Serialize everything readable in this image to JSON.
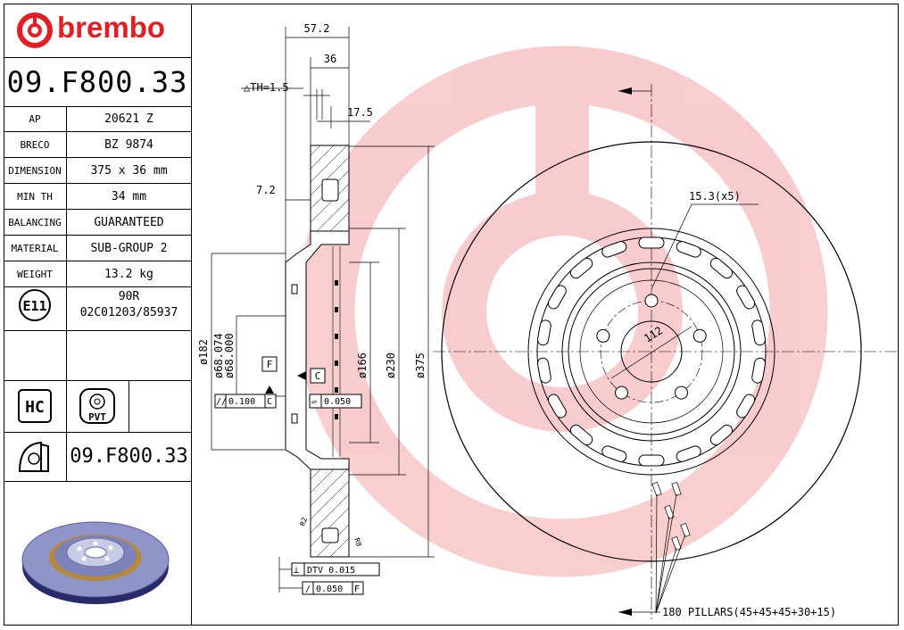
{
  "brand": {
    "name": "brembo",
    "color": "#e31e24"
  },
  "part_number": "09.F800.33",
  "specs": [
    {
      "key": "AP",
      "value": "20621 Z"
    },
    {
      "key": "BRECO",
      "value": "BZ 9874"
    },
    {
      "key": "DIMENSION",
      "value": "375 x 36 mm"
    },
    {
      "key": "MIN TH",
      "value": "34 mm"
    },
    {
      "key": "BALANCING",
      "value": "GUARANTEED"
    },
    {
      "key": "MATERIAL",
      "value": "SUB-GROUP 2"
    },
    {
      "key": "WEIGHT",
      "value": "13.2 kg"
    }
  ],
  "certification": {
    "mark": "E11",
    "line1": "90R",
    "line2": "02C01203/85937"
  },
  "icons": {
    "hc": "HC",
    "pvt": "PVT"
  },
  "footer_part_number": "09.F800.33",
  "drawing": {
    "dims": {
      "d57": "57.2",
      "d36": "36",
      "th": "△TH=1.5",
      "d175": "17.5",
      "d72": "7.2",
      "d182": "ø182",
      "d68074": "ø68.074",
      "d68000": "ø68.000",
      "d166": "ø166",
      "d230": "ø230",
      "d375": "ø375",
      "holes": "15.3(x5)",
      "pcd": "112",
      "pillars": "180 PILLARS(45+45+45+30+15)",
      "f": "F",
      "c": "C",
      "tol1_sym": "//",
      "tol1_val": "0.100",
      "tol1_ref": "C",
      "tol2_sym": "▱",
      "tol2_val": "0.050",
      "dtv_sym": "⊥",
      "dtv_label": "DTV 0.015",
      "runout_sym": "/",
      "runout_val": "0.050",
      "runout_ref": "F",
      "r12": "R2",
      "r8": "R8"
    }
  }
}
